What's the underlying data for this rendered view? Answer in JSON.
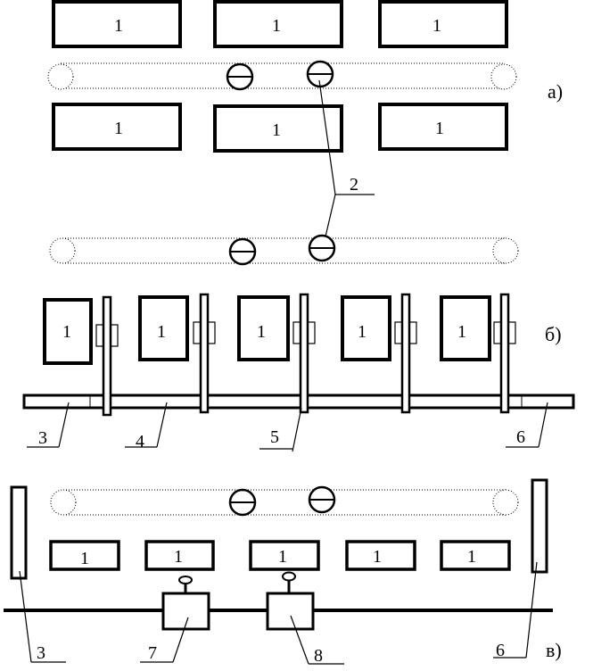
{
  "sections": {
    "a": {
      "label": "а)",
      "boxes": [
        "1",
        "1",
        "1",
        "1",
        "1",
        "1"
      ],
      "callout": "2"
    },
    "b": {
      "label": "б)",
      "boxes": [
        "1",
        "1",
        "1",
        "1",
        "1"
      ],
      "callouts": [
        "3",
        "4",
        "5",
        "6"
      ]
    },
    "v": {
      "label": "в)",
      "boxes": [
        "1",
        "1",
        "1",
        "1",
        "1"
      ],
      "callouts": [
        "3",
        "7",
        "8",
        "6"
      ]
    }
  },
  "colors": {
    "stroke": "#000000",
    "background": "#ffffff"
  }
}
